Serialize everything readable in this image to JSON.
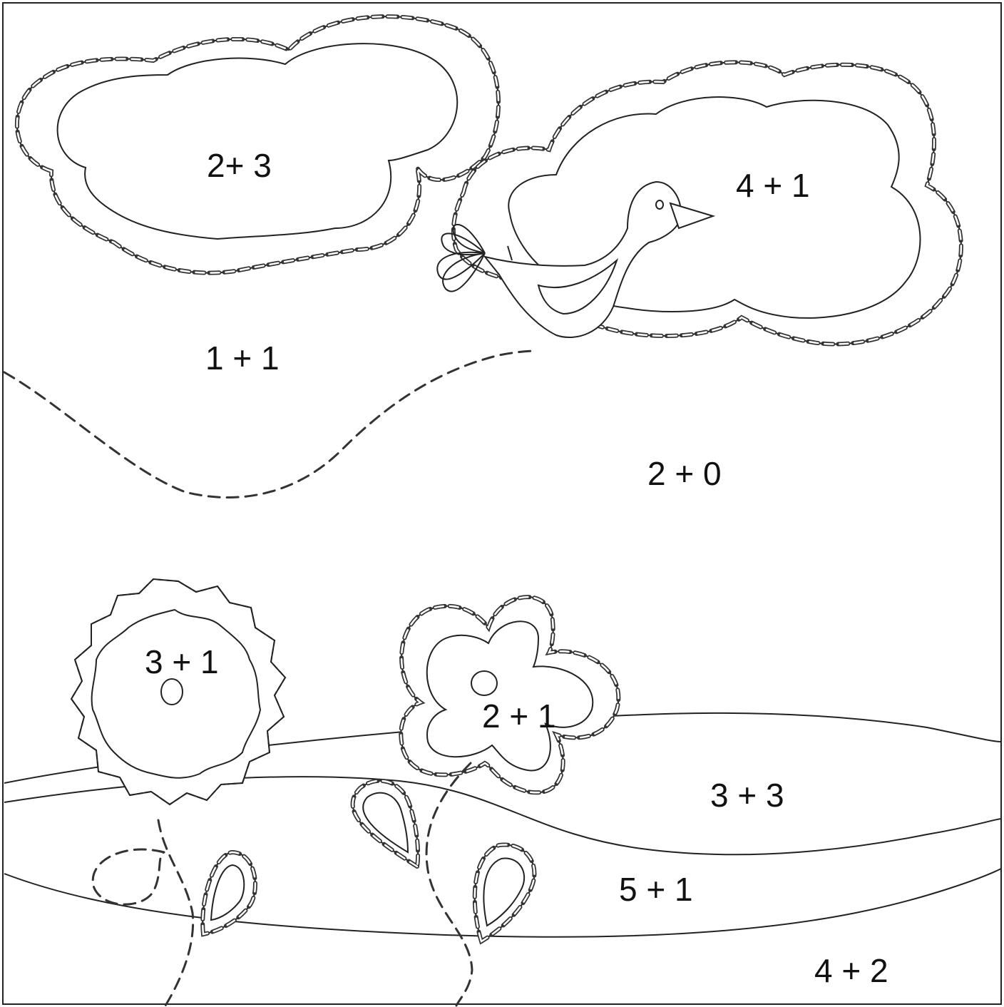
{
  "equations": {
    "cloud_left": "2+ 3",
    "cloud_right": "4 + 1",
    "sky_left": "1 + 1",
    "sky_right": "2 + 0",
    "sun_flower": "3 + 1",
    "petal_flower": "2 + 1",
    "hill_top": "3 + 3",
    "hill_middle": "5 + 1",
    "ground": "4 + 2"
  },
  "colors": {
    "line": "#222222",
    "background": "#ffffff"
  }
}
